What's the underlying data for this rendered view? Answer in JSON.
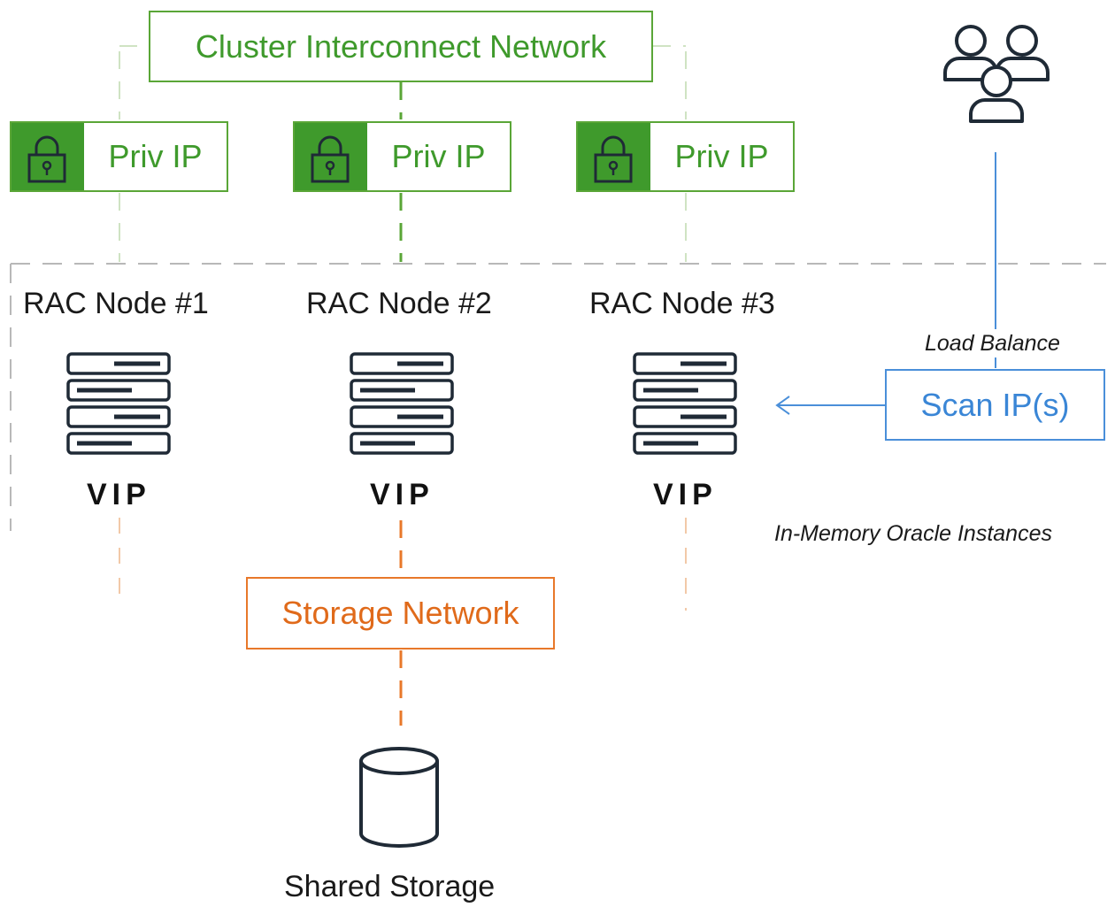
{
  "cluster_network": {
    "label": "Cluster Interconnect Network"
  },
  "private_ips": [
    {
      "label": "Priv IP"
    },
    {
      "label": "Priv IP"
    },
    {
      "label": "Priv IP"
    }
  ],
  "nodes": [
    {
      "title": "RAC Node #1",
      "vip": "VIP"
    },
    {
      "title": "RAC Node #2",
      "vip": "VIP"
    },
    {
      "title": "RAC Node #3",
      "vip": "VIP"
    }
  ],
  "load_balance": {
    "label": "Load Balance"
  },
  "scan": {
    "label": "Scan IP(s)"
  },
  "in_memory": {
    "label": "In-Memory Oracle Instances"
  },
  "storage_network": {
    "label": "Storage Network"
  },
  "shared_storage": {
    "label": "Shared Storage"
  },
  "colors": {
    "green": "#3f9a2c",
    "blue": "#3a86d6",
    "orange": "#e06a1a",
    "gray_dash": "#b8b8b8",
    "icon_dark": "#1f2a36"
  },
  "icons": [
    "lock-icon",
    "server-icon",
    "users-icon",
    "database-icon",
    "arrow-left-icon"
  ]
}
